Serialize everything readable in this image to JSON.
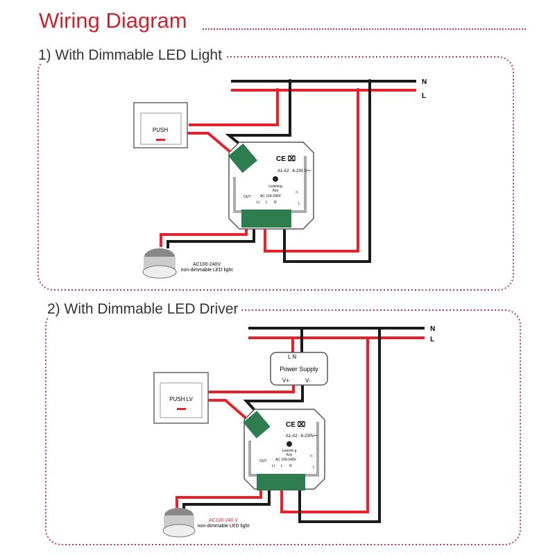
{
  "title": "Wiring Diagram",
  "colors": {
    "accent": "#c8242f",
    "wire_live": "#e8202a",
    "wire_neutral": "#1a1a1a",
    "terminal": "#2e7d4f",
    "border": "#c2306a"
  },
  "sections": [
    {
      "heading": "1) With Dimmable LED Light",
      "line_n": "N",
      "line_l": "L",
      "switch_label": "PUSH",
      "module": {
        "spec": "A1-A2 : 6-230 V⎓",
        "key": "Learning",
        "key2": "Key",
        "ac": "AC 100-240V",
        "out": "OUT",
        "t1": "Lt",
        "t2": "L",
        "t3": "N",
        "n": "N",
        "l": "L"
      },
      "lamp_line1": "AC100-240V",
      "lamp_line2": "non-dimmable   LED light"
    },
    {
      "heading": "2) With Dimmable LED Driver",
      "line_n": "N",
      "line_l": "L",
      "switch_label": "PUSH LV",
      "power_supply": {
        "label": "Power Supply",
        "in": "L N",
        "vplus": "V+",
        "vminus": "V-"
      },
      "module": {
        "spec": "A1-A2 : 6-230V⎓",
        "key": "Learnin g",
        "key2": "Key",
        "ac": "AC 100-240V",
        "out": "OUT",
        "t1": "Lt",
        "t2": "L",
        "t3": "N",
        "n": "N",
        "l": "L"
      },
      "lamp_line1": "AC100-240  V",
      "lamp_line2": "non-dimmable   LED light"
    }
  ]
}
